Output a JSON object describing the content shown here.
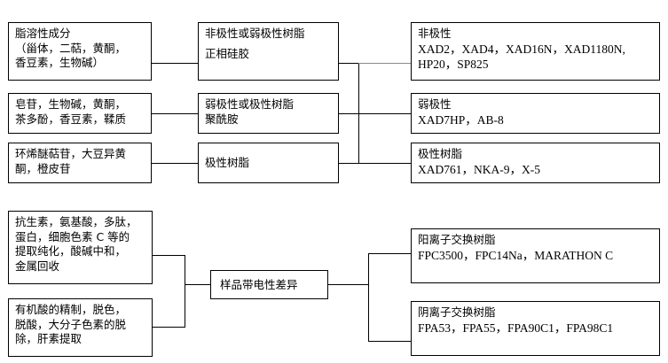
{
  "diagram": {
    "title_present": false,
    "line_color": "#000000",
    "box_border_color": "#000000",
    "background": "#ffffff",
    "upper_section": {
      "rows": [
        {
          "sample": {
            "lines": [
              "脂溶性成分",
              "（甾体，二萜，黄酮，",
              "香豆素，生物碱）"
            ]
          },
          "method": {
            "lines": [
              "非极性或弱极性树脂",
              "正相硅胶"
            ]
          },
          "resin": {
            "heading": "非极性",
            "items_lines": [
              "XAD2，XAD4，XAD16N，XAD1180N,",
              "HP20，SP825"
            ]
          }
        },
        {
          "sample": {
            "lines": [
              "皂苷，生物碱，黄酮，",
              "茶多酚，香豆素，鞣质"
            ]
          },
          "method": {
            "lines": [
              "弱极性或极性树脂",
              "聚酰胺"
            ]
          },
          "resin": {
            "heading": "弱极性",
            "items_lines": [
              "XAD7HP，AB-8"
            ]
          }
        },
        {
          "sample": {
            "lines": [
              "环烯醚萜苷，大豆异黄",
              "酮，橙皮苷"
            ]
          },
          "method": {
            "lines": [
              "极性树脂"
            ]
          },
          "resin": {
            "heading": "极性树脂",
            "items_lines": [
              "XAD761，NKA-9，X-5"
            ]
          }
        }
      ]
    },
    "lower_section": {
      "applications": [
        {
          "lines": [
            "抗生素，氨基酸，多肽，",
            "蛋白，细胞色素 C 等的",
            "提取纯化，酸碱中和，",
            "金属回收"
          ]
        },
        {
          "lines": [
            "有机酸的精制，脱色，",
            "脱酸，大分子色素的脱",
            "除，肝素提取"
          ]
        }
      ],
      "principle": {
        "label": "样品带电性差异"
      },
      "resins": [
        {
          "heading": "阳离子交换树脂",
          "items_lines": [
            "FPC3500，FPC14Na，MARATHON C"
          ]
        },
        {
          "heading": "阴离子交换树脂",
          "items_lines": [
            "FPA53，FPA55，FPA90C1，FPA98C1"
          ]
        }
      ]
    }
  }
}
